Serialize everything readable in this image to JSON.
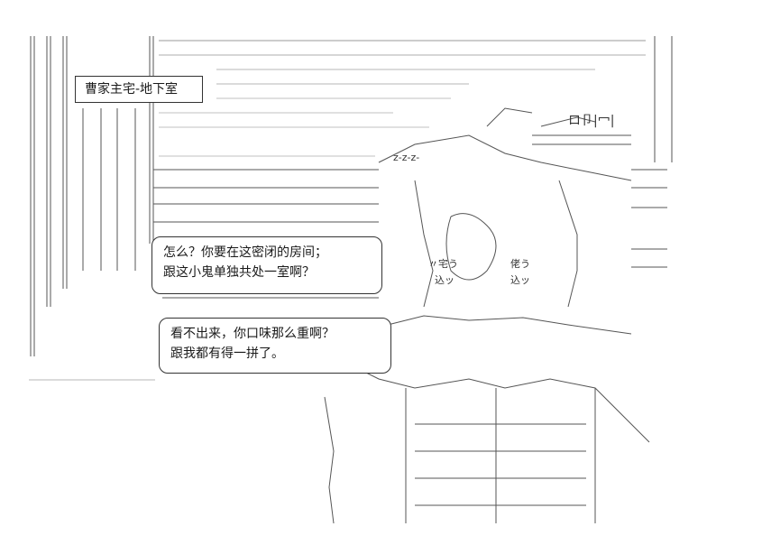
{
  "location_label": "曹家主宅-地下室",
  "dialogue": [
    {
      "lines": [
        "怎么？你要在这密闭的房间；",
        "跟这小鬼单独共处一室啊？"
      ]
    },
    {
      "lines": [
        "看不出来，你口味那么重啊？",
        "跟我都有得一拼了。"
      ]
    }
  ],
  "art_sign": "ロ卩|冖|",
  "art_sound": "z‐z‐z‐",
  "art_labels": {
    "bang": "〃宅う",
    "bang2": "佬う",
    "shock": "込ッ",
    "shock2": "込ッ"
  }
}
